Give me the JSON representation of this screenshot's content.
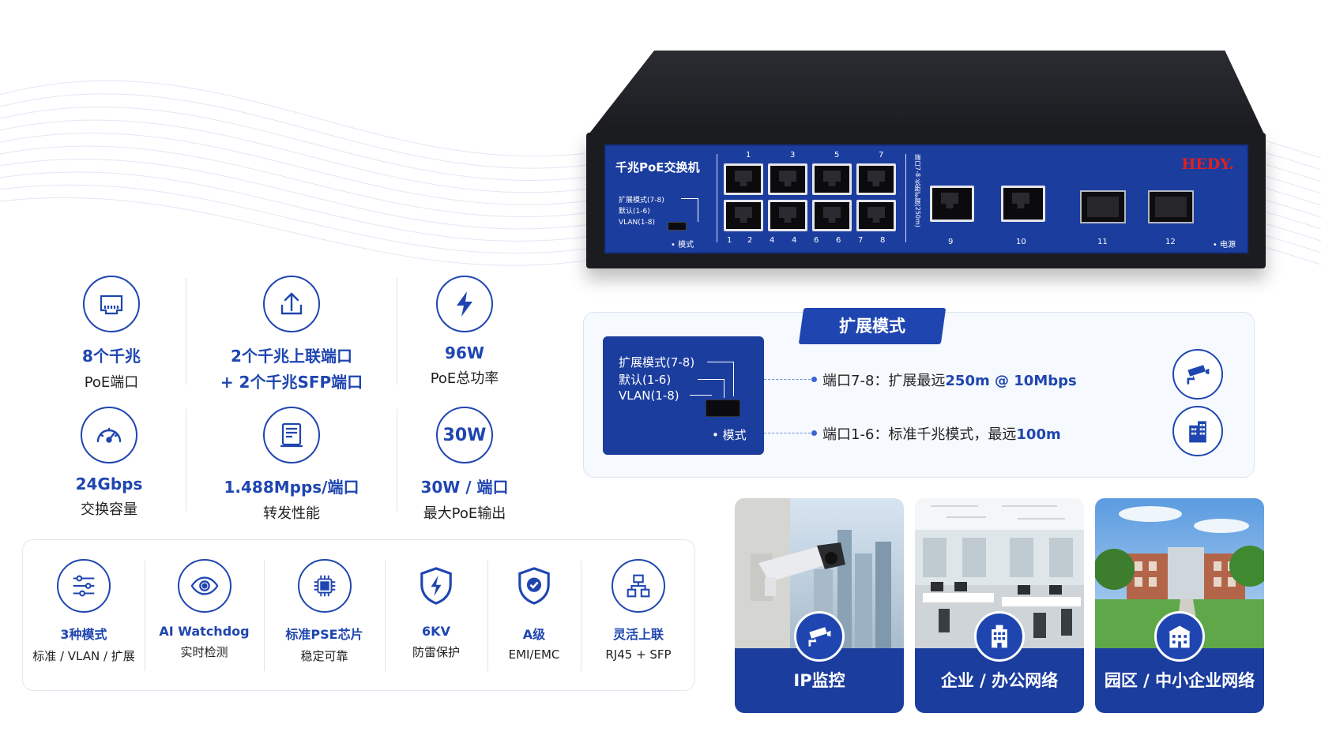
{
  "colors": {
    "accent": "#1f46b0",
    "panel": "#1b3d9e",
    "brand_red": "#e01f1f"
  },
  "device": {
    "panel_title": "千兆PoE交换机",
    "mode_labels": [
      "扩展模式(7-8)",
      "默认(1-6)",
      "VLAN(1-8)"
    ],
    "mode_switch": "• 模式",
    "brand": "HEDY.",
    "power": "• 电源",
    "top_port_numbers": [
      "1",
      "3",
      "5",
      "7"
    ],
    "bottom_port_numbers": [
      "1",
      "2",
      "4",
      "4",
      "6",
      "6",
      "7",
      "8"
    ],
    "vertical_note": "端口7-8·长距扩展(250m)",
    "uplink_labels": [
      "9",
      "10",
      "11",
      "12"
    ]
  },
  "features": [
    {
      "icon": "ethernet-port-icon",
      "title": "8个千兆",
      "subtitle": "PoE端口"
    },
    {
      "icon": "upload-icon",
      "title": "2个千兆上联端口",
      "subtitle": "+ 2个千兆SFP端口"
    },
    {
      "icon": "lightning-icon",
      "title": "96W",
      "subtitle": "PoE总功率"
    },
    {
      "icon": "speedometer-icon",
      "title": "24Gbps",
      "subtitle": "交换容量"
    },
    {
      "icon": "document-icon",
      "title": "1.488Mpps/端口",
      "subtitle": "转发性能"
    },
    {
      "icon": "30w-icon",
      "icon_text": "30W",
      "title": "30W / 端口",
      "subtitle": "最大PoE输出"
    }
  ],
  "bar_features": [
    {
      "icon": "sliders-icon",
      "title": "3种模式",
      "subtitle": "标准 / VLAN / 扩展"
    },
    {
      "icon": "eye-icon",
      "title": "AI Watchdog",
      "subtitle": "实时检测"
    },
    {
      "icon": "chip-icon",
      "title": "标准PSE芯片",
      "subtitle": "稳定可靠"
    },
    {
      "icon": "shield-lightning-icon",
      "title": "6KV",
      "subtitle": "防雷保护"
    },
    {
      "icon": "shield-check-icon",
      "title": "A级",
      "subtitle": "EMI/EMC"
    },
    {
      "icon": "network-icon",
      "title": "灵活上联",
      "subtitle": "RJ45 + SFP"
    }
  ],
  "expansion": {
    "title": "扩展模式",
    "modes": [
      "扩展模式(7-8)",
      "默认(1-6)",
      "VLAN(1-8)"
    ],
    "switch_label": "• 模式",
    "line1_prefix": "端口7-8：扩展最远",
    "line1_highlight": "250m @ 10Mbps",
    "line2_prefix": "端口1-6：标准千兆模式，最远",
    "line2_highlight": "100m"
  },
  "apps": [
    {
      "icon": "cctv-icon",
      "title": "IP监控"
    },
    {
      "icon": "office-building-icon",
      "title": "企业 / 办公网络"
    },
    {
      "icon": "campus-building-icon",
      "title": "园区 / 中小企业网络"
    }
  ]
}
